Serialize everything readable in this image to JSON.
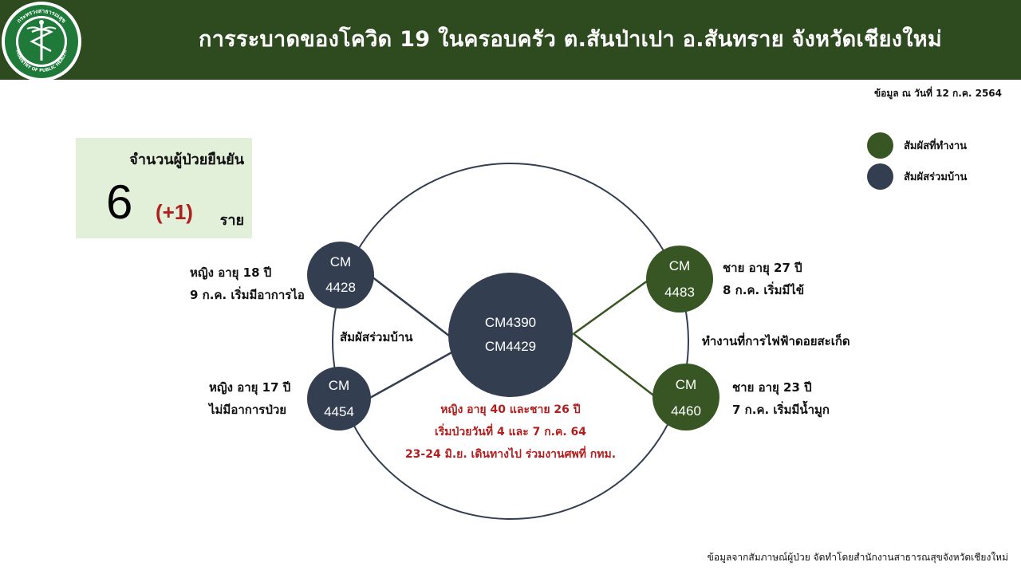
{
  "header": {
    "title": "การระบาดของโควิด 19 ในครอบครัว ต.สันป่าเปา อ.สันทราย จังหวัดเชียงใหม่",
    "logo_text": "กระทรวงสาธารณสุข · MINISTRY OF PUBLIC HEALTH",
    "logo_icon": "ministry-of-public-health-seal"
  },
  "asof": "ข้อมูล ณ วันที่ 12 ก.ค. 2564",
  "summary": {
    "label": "จำนวนผู้ป่วยยืนยัน",
    "count": "6",
    "delta": "(+1)",
    "unit": "ราย"
  },
  "legend": [
    {
      "label": "สัมผัสที่ทำงาน",
      "color": "#375623"
    },
    {
      "label": "สัมผัสร่วมบ้าน",
      "color": "#333f50"
    }
  ],
  "colors": {
    "header": "#2e4a1f",
    "workplace": "#375623",
    "household": "#333f50",
    "highlight": "#b01e1e"
  },
  "nodes": {
    "center": {
      "line1": "CM4390",
      "line2": "CM4429"
    },
    "cm4428": {
      "line1": "CM",
      "line2": "4428"
    },
    "cm4454": {
      "line1": "CM",
      "line2": "4454"
    },
    "cm4483": {
      "line1": "CM",
      "line2": "4483"
    },
    "cm4460": {
      "line1": "CM",
      "line2": "4460"
    }
  },
  "notes": {
    "cm4428": [
      "หญิง อายุ 18 ปี",
      "9 ก.ค. เริ่มมีอาการไอ"
    ],
    "cm4454": [
      "หญิง อายุ 17 ปี",
      "ไม่มีอาการป่วย"
    ],
    "cm4483": [
      "ชาย อายุ 27 ปี",
      "8 ก.ค. เริ่มมีไข้"
    ],
    "cm4460": [
      "ชาย อายุ 23 ปี",
      "7 ก.ค. เริ่มมีน้ำมูก"
    ],
    "center": [
      "หญิง อายุ 40 และชาย 26 ปี",
      "เริ่มป่วยวันที่ 4 และ 7 ก.ค. 64",
      "23-24 มิ.ย. เดินทางไป ร่วมงานศพที่ กทม."
    ]
  },
  "edge_labels": {
    "household": "สัมผัสร่วมบ้าน",
    "workplace": "ทำงานที่การไฟฟ้าดอยสะเก็ด"
  },
  "footer": "ข้อมูลจากสัมภาษณ์ผู้ป่วย จัดทำโดยสำนักงานสาธารณสุขจังหวัดเชียงใหม่"
}
